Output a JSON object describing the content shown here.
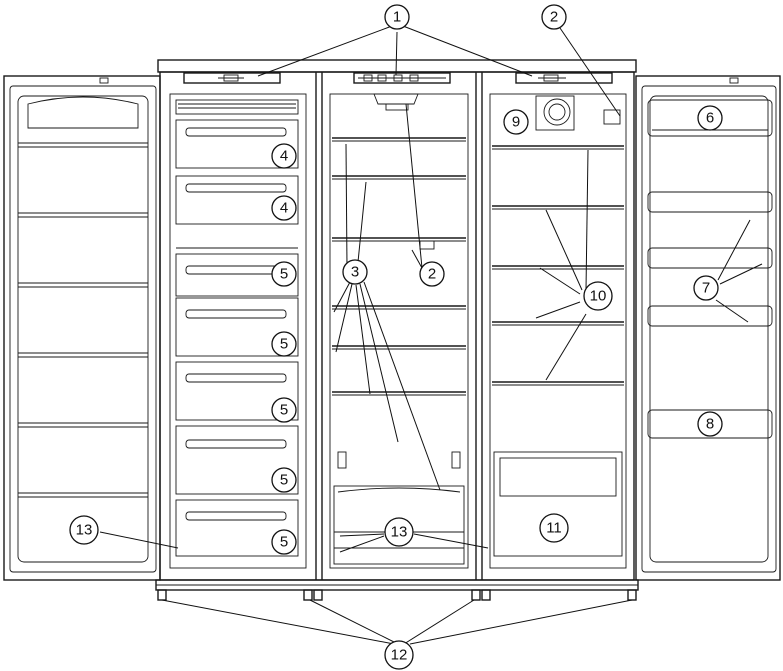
{
  "callouts": [
    {
      "id": "c1",
      "label": "1"
    },
    {
      "id": "c2a",
      "label": "2"
    },
    {
      "id": "c2b",
      "label": "2"
    },
    {
      "id": "c3",
      "label": "3"
    },
    {
      "id": "c4a",
      "label": "4"
    },
    {
      "id": "c4b",
      "label": "4"
    },
    {
      "id": "c5a",
      "label": "5"
    },
    {
      "id": "c5b",
      "label": "5"
    },
    {
      "id": "c5c",
      "label": "5"
    },
    {
      "id": "c5d",
      "label": "5"
    },
    {
      "id": "c5e",
      "label": "5"
    },
    {
      "id": "c6",
      "label": "6"
    },
    {
      "id": "c7",
      "label": "7"
    },
    {
      "id": "c8",
      "label": "8"
    },
    {
      "id": "c9",
      "label": "9"
    },
    {
      "id": "c10",
      "label": "10"
    },
    {
      "id": "c11",
      "label": "11"
    },
    {
      "id": "c12",
      "label": "12"
    },
    {
      "id": "c13a",
      "label": "13"
    },
    {
      "id": "c13b",
      "label": "13"
    }
  ]
}
